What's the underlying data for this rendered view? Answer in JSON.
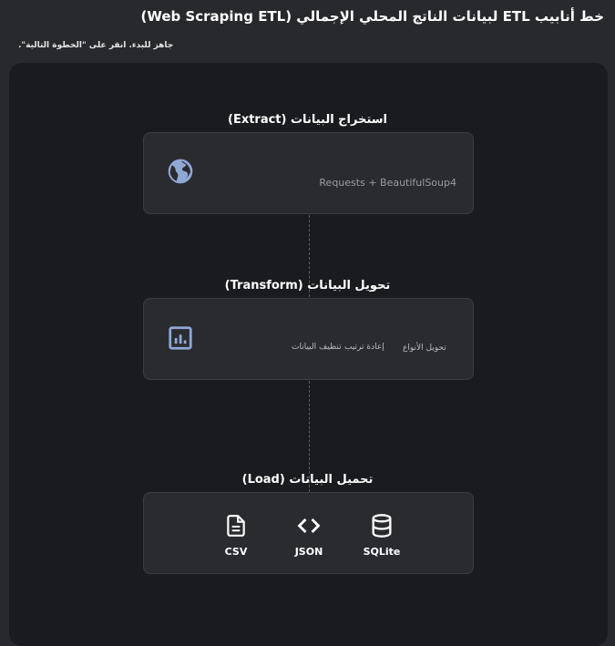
{
  "header": {
    "title": "خط أنابيب ETL لبيانات الناتج المحلي الإجمالي (Web Scraping ETL)",
    "status": "جاهز للبدء. انقر على \"الخطوة التالية\"."
  },
  "stages": {
    "extract": {
      "title": "استخراج البيانات (Extract)",
      "icon": "globe-icon",
      "detail": "Requests + BeautifulSoup4"
    },
    "transform": {
      "title": "تحويل البيانات (Transform)",
      "icon": "analytics-icon",
      "steps": [
        "تحويل الأنواع",
        "إعادة ترتيب",
        "تنظيف البيانات"
      ]
    },
    "load": {
      "title": "تحميل البيانات (Load)",
      "targets": [
        {
          "label": "CSV",
          "icon": "document-icon"
        },
        {
          "label": "JSON",
          "icon": "code-icon"
        },
        {
          "label": "SQLite",
          "icon": "database-icon"
        }
      ]
    }
  },
  "colors": {
    "background": "#28292c",
    "canvas": "#1a1b1e",
    "card": "#2a2b2f",
    "icon_accent": "#8fa8d6"
  }
}
